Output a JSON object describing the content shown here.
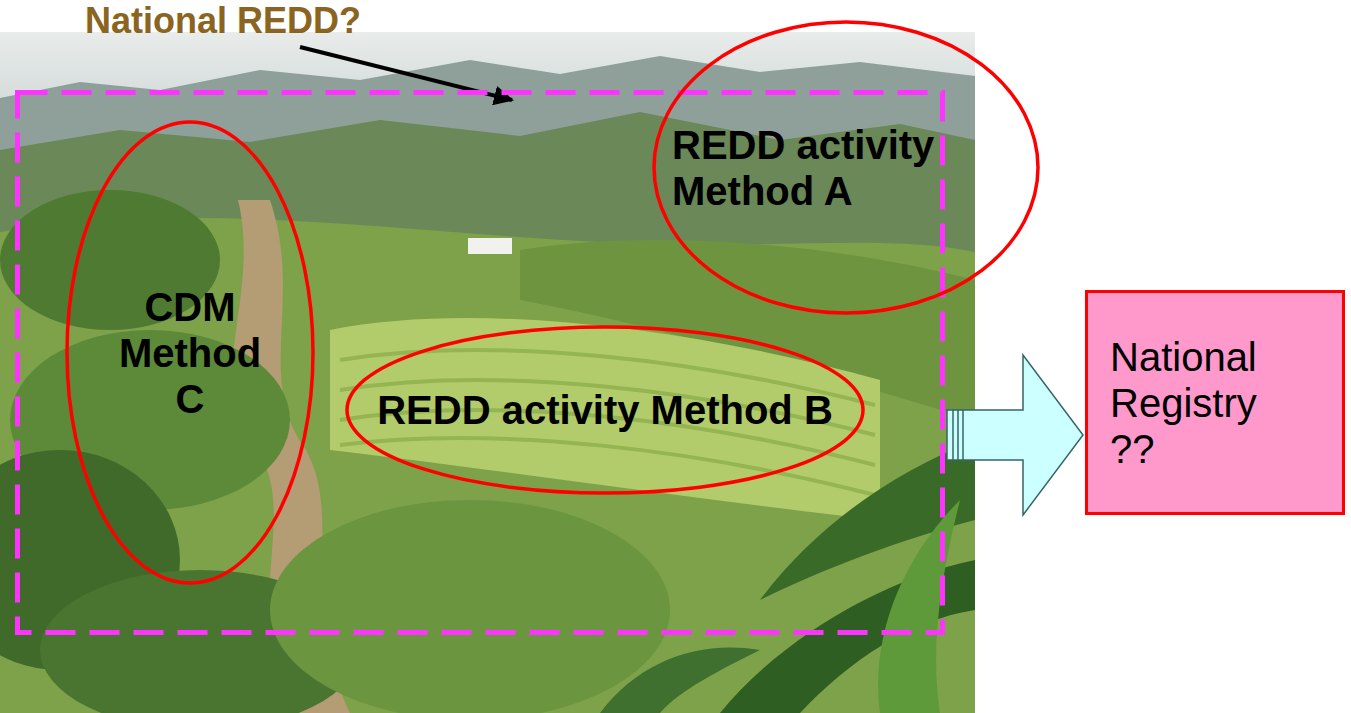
{
  "diagram": {
    "nodes": [
      {
        "text": [
          "National REDD?"
        ]
      },
      {
        "text": [
          "REDD activity Method A"
        ],
        "in": 0
      },
      {
        "text": [
          "CDM Method C"
        ],
        "in": 0
      },
      {
        "text": [
          "REDD activity Method B"
        ],
        "in": 0
      },
      {
        "text": [
          "National Registry ??"
        ]
      }
    ],
    "edges": [
      {
        "from": 0,
        "to": 4,
        "arrow": "to"
      }
    ]
  }
}
